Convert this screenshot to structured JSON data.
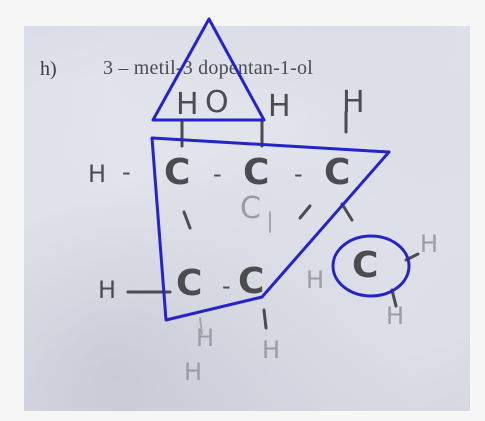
{
  "document": {
    "question_label": "h)",
    "question_text": "3 – metil-3 dopentan-1-ol"
  },
  "drawing": {
    "top_row": [
      "H",
      "O",
      "H",
      "H"
    ],
    "h_left_upper": "H",
    "dash": "-",
    "carbon": "C",
    "hydrogen": "H",
    "annotation_color": "#2424c8",
    "ink_color": "#4b4b50"
  }
}
